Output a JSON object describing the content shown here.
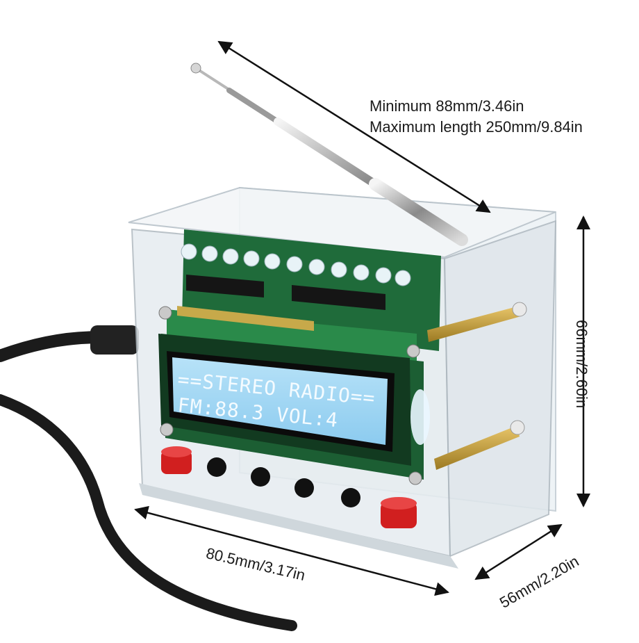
{
  "dimensions": {
    "antenna_min": "Minimum 88mm/3.46in",
    "antenna_max": "Maximum length 250mm/9.84in",
    "height": "66mm/2.60in",
    "width": "80.5mm/3.17in",
    "depth": "56mm/2.20in"
  },
  "lcd": {
    "line1": "==STEREO RADIO==",
    "line2": "FM:88.3  VOL:4"
  },
  "colors": {
    "pcb": "#1f6b3a",
    "lcd_backlight": "#9fd6f4",
    "button": "#d11f1f",
    "case": "#e8eef2"
  }
}
